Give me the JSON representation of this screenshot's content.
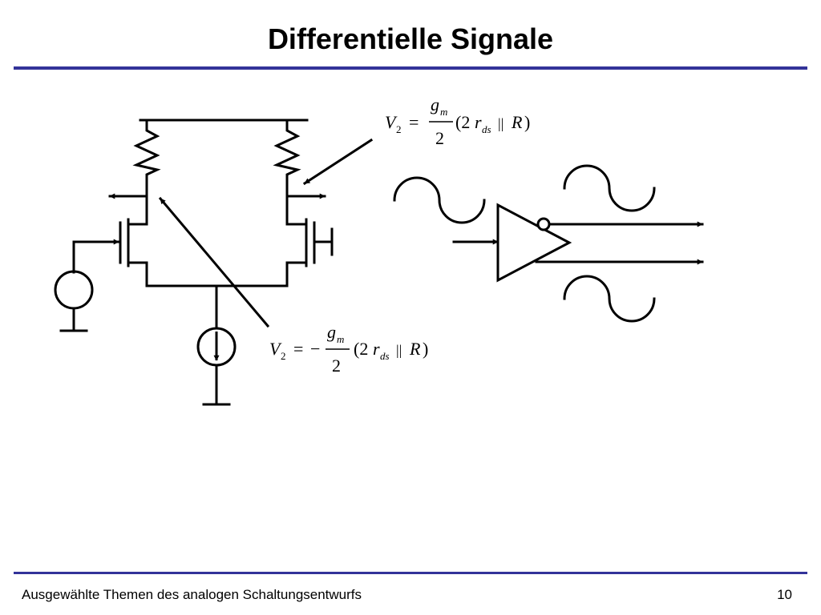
{
  "title": "Differentielle Signale",
  "footer": {
    "left": "Ausgewählte Themen des analogen Schaltungsentwurfs",
    "page_number": "10"
  },
  "colors": {
    "rule": "#333399",
    "ink": "#000000"
  },
  "equations": {
    "positive": {
      "lhs": "V",
      "lhs_sub": "2",
      "equals": "=",
      "sign": "",
      "numerator": "g",
      "numerator_sub": "m",
      "denominator": "2",
      "paren_open": "(2",
      "r": "r",
      "r_sub": "ds",
      "parallel": "||",
      "R": "R",
      "paren_close": ")"
    },
    "negative": {
      "lhs": "V",
      "lhs_sub": "2",
      "equals": "=",
      "sign": "−",
      "numerator": "g",
      "numerator_sub": "m",
      "denominator": "2",
      "paren_open": "(2",
      "r": "r",
      "r_sub": "ds",
      "parallel": "||",
      "R": "R",
      "paren_close": ")"
    }
  }
}
